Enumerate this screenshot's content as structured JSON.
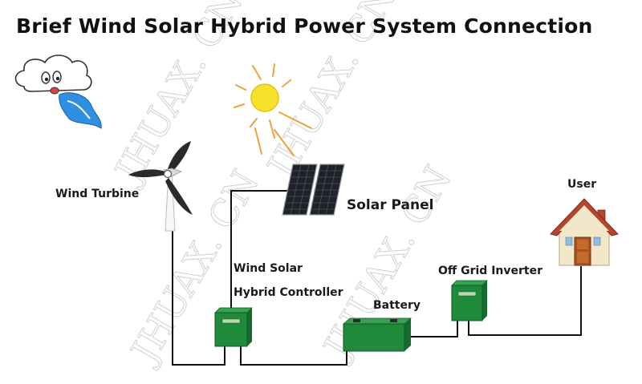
{
  "title": "Brief Wind Solar Hybrid Power System Connection",
  "watermark": "JHUAX. CN",
  "labels": {
    "wind_turbine": "Wind Turbine",
    "solar_panel": "Solar Panel",
    "user": "User",
    "controller_line1": "Wind Solar",
    "controller_line2": "Hybrid Controller",
    "battery": "Battery",
    "inverter": "Off Grid Inverter"
  },
  "colors": {
    "device_green": "#1f8a3a",
    "device_screen": "#b8d8b0",
    "sun": "#f7e12a",
    "sun_rays": "#e8a53a",
    "wind_gust": "#2f8fe0",
    "roof": "#b5452c",
    "wire": "#111111"
  }
}
